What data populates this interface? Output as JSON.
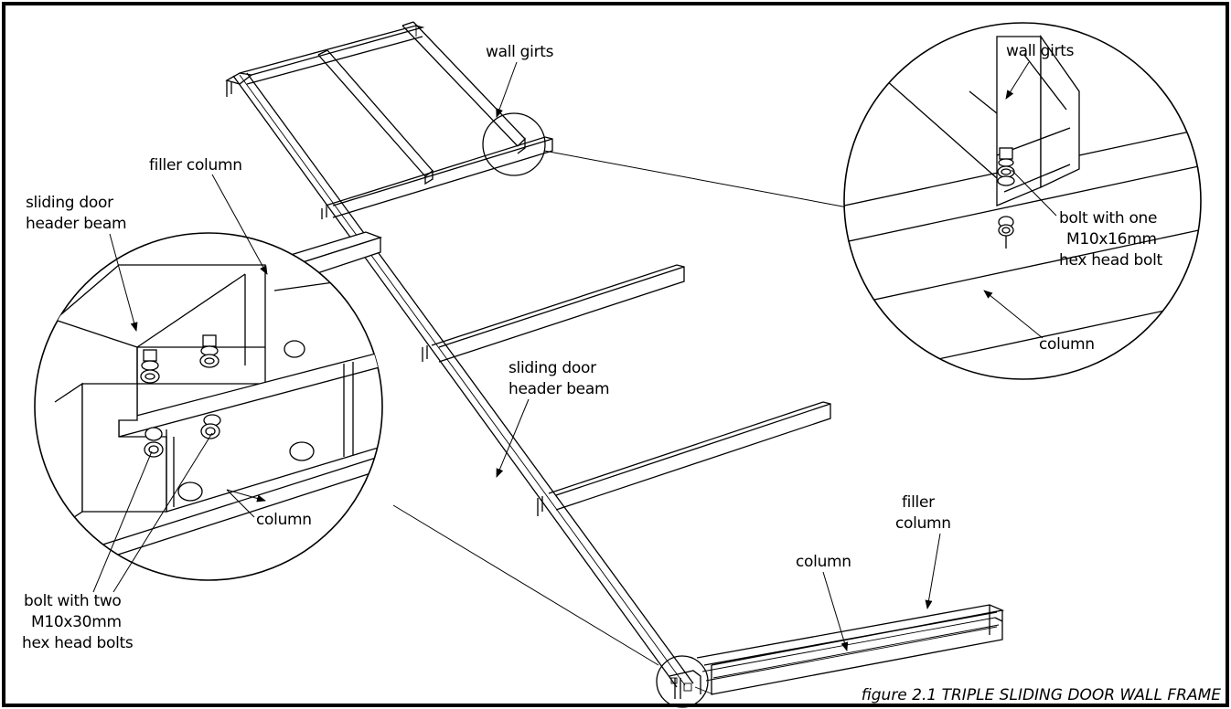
{
  "figure": {
    "caption": "figure 2.1 TRIPLE SLIDING DOOR WALL FRAME"
  },
  "labels": {
    "wall_girts_main": "wall girts",
    "filler_column_main": "filler column",
    "sliding_door_header_beam_main_1": "sliding door",
    "sliding_door_header_beam_main_2": "header beam",
    "sliding_door_header_beam_left_1": "sliding door",
    "sliding_door_header_beam_left_2": "header beam",
    "column_left": "column",
    "bolt_two_1": "bolt with two",
    "bolt_two_2": "M10x30mm",
    "bolt_two_3": "hex head bolts",
    "wall_girts_detail": "wall girts",
    "bolt_one_1": "bolt with one",
    "bolt_one_2": "M10x16mm",
    "bolt_one_3": "hex head bolt",
    "column_right": "column",
    "filler_column_bottom_1": "filler",
    "filler_column_bottom_2": "column",
    "column_bottom": "column"
  }
}
